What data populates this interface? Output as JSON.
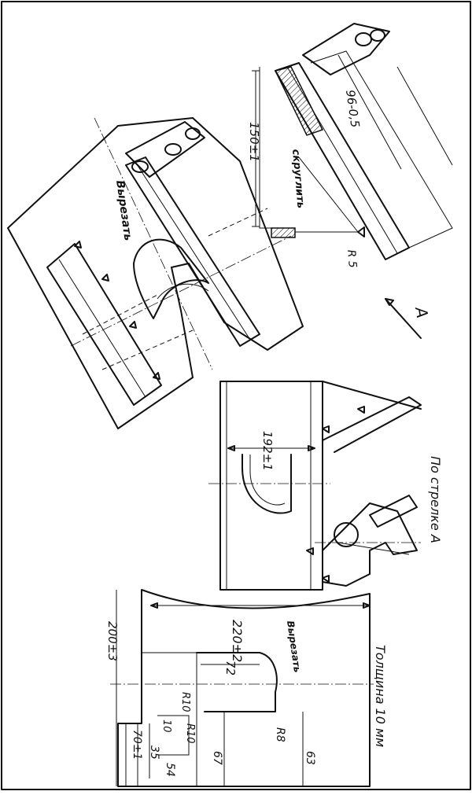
{
  "labels": {
    "cut_top": "Вырезать",
    "bend": "скруглить",
    "radius5": "R 5",
    "dim150": "150±1",
    "dim96": "96-0,5",
    "view_a": "А",
    "dim192": "192±1",
    "by_arrow": "По стрелке А",
    "dim220": "220±2",
    "thickness": "Толщина 10 мм",
    "cut_bottom": "Вырезать",
    "dim72": "72",
    "dim200": "200±3",
    "r10_top": "R10",
    "r10_bottom": "R10",
    "dim10": "10",
    "dim70": "70±1",
    "dim35": "35",
    "dim54": "54",
    "dim67": "67",
    "r8": "R8",
    "dim63": "63"
  },
  "colors": {
    "ink": "#111111",
    "paper": "#ffffff"
  }
}
